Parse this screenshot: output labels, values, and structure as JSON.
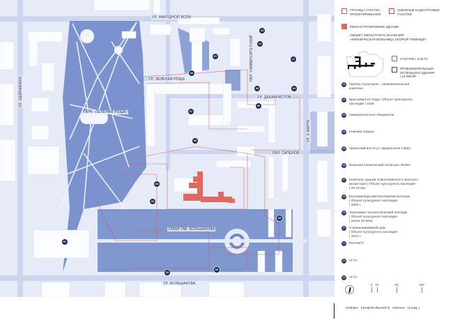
{
  "map": {
    "colors": {
      "background": "#e9edf8",
      "green_area": "#6f88c9",
      "building": "#fbfcff",
      "road": "#c6d0ea",
      "boundary": "#d9534f",
      "reconstructed_building": "#e06a62",
      "marker": "#1f2a55"
    },
    "streets": [
      {
        "id": "narodnoy-voli",
        "label": "УЛ. НАРОДНОЙ ВОЛИ"
      },
      {
        "id": "zelenaya-roshcha",
        "label": "УЛ. ЗЕЛЕНАЯ РОЩА"
      },
      {
        "id": "universitetsky",
        "label": "ПЕР. УНИВЕРСИТЕТСКИЙ"
      },
      {
        "id": "dekabristov",
        "label": "УЛ. ДЕКАБРИСТОВ"
      },
      {
        "id": "saperov",
        "label": "ПЕР. САПЕРОВ"
      },
      {
        "id": "8-marta",
        "label": "УЛ. 8 МАРТА"
      },
      {
        "id": "shchorsa",
        "label": "УЛ. ШЕЙНКМАНА"
      },
      {
        "id": "bolshakova",
        "label": "УЛ. БОЛЬШАКОВА"
      }
    ],
    "areas": [
      {
        "id": "park",
        "label": "ПАРК «ЗЕЛЕНАЯ РОЩА»"
      },
      {
        "id": "square",
        "label": "СКВЕР ИМ. БОЛЬШАКОВА"
      }
    ],
    "markers": [
      {
        "num": "01"
      },
      {
        "num": "02"
      },
      {
        "num": "03"
      },
      {
        "num": "04"
      },
      {
        "num": "05"
      },
      {
        "num": "06"
      },
      {
        "num": "07"
      },
      {
        "num": "08"
      },
      {
        "num": "09"
      },
      {
        "num": "10"
      },
      {
        "num": "11"
      },
      {
        "num": "12"
      },
      {
        "num": "13"
      }
    ]
  },
  "legend": {
    "boundary_label": "ГРАНИЦА УЧАСТКА\nПРОЕКТИРОВАНИЯ",
    "adjacent_label": "СМЕЖНЫЕ КАДАСТРОВЫЕ\nУЧАСТКИ",
    "reconstructed_label": "РЕКОНСТРУИРУЕМОЕ ЗДАНИЕ:",
    "object_label": "ОБЪЕКТ ОБЛАСТНОГО ЗНАЧЕНИЯ\n«КЛИНИЧЕСКАЯ БОЛЬНИЦА СКОРОЙ ПОМОЩИ»",
    "site_area_label": "УЧАСТОК | 3,35 ГА",
    "potential_label": "ПРИБЛИЗИТЕЛЬНЫЙ\nПОТЕНЦИАЛ ЗДАНИЯ\n| 14 590 М²",
    "items": [
      {
        "num": "01",
        "text": "Уралец | Культурно - развлекательный\nкомплекс"
      },
      {
        "num": "02",
        "text": "Брусковый коттедж | Объект культурного\nнаследия  |  1945"
      },
      {
        "num": "03",
        "text": "Университетское общежитие"
      },
      {
        "num": "04",
        "text": "Клиника сердца"
      },
      {
        "num": "05",
        "text": "Уральский институт кардиологии | Морг"
      },
      {
        "num": "06",
        "text": "Военный клинический госпиталь №354"
      },
      {
        "num": "07",
        "text": "Комплекс зданий Новотихвинского женского\nмонастыря | Объект культурного наследия\n|  18-19 век"
      },
      {
        "num": "08",
        "text": "Екатеринбургский монтажный колледж\n| Объект культурного наследия\n|  1866 г."
      },
      {
        "num": "09",
        "text": "Экономико-технологический колледж\n| Объект культурного наследия\n| конец 19 века"
      },
      {
        "num": "10",
        "text": "Странноприимный дом\n| Объект культурного наследия\n|  1814 г."
      },
      {
        "num": "11",
        "text": "РАНХиГС"
      },
      {
        "num": "12",
        "text": "УГТУ"
      },
      {
        "num": "13",
        "text": "УГТУ"
      }
    ],
    "scale": {
      "ticks": [
        "0",
        "10",
        "50",
        "100"
      ]
    },
    "caption": "СХЕМА  ГЕНЕРАЛЬНОГО  ПЛАНА  (СУЩ.)"
  }
}
